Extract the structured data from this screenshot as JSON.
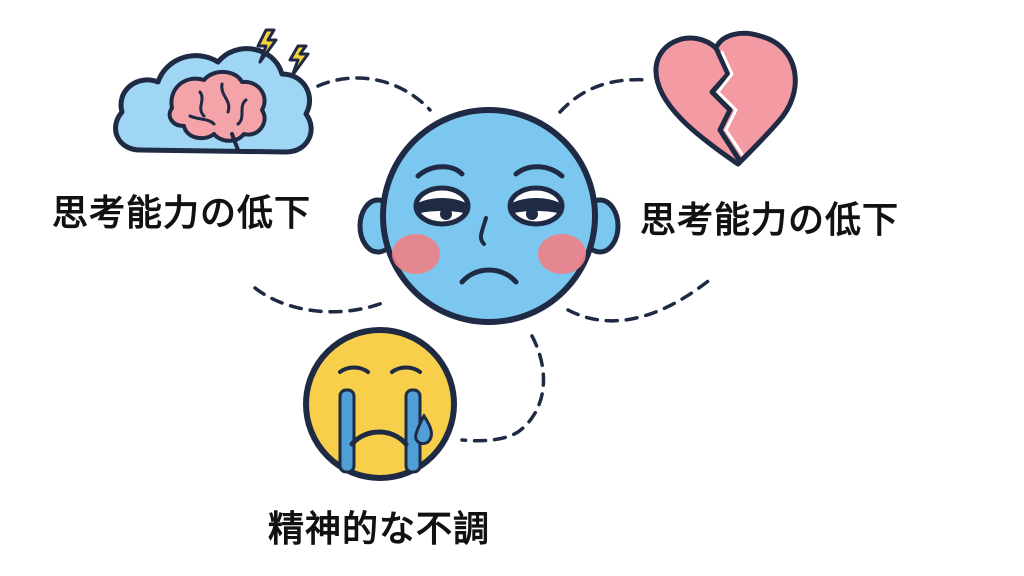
{
  "labels": {
    "left": "思考能力の低下",
    "right": "思考能力の低下",
    "bottom": "精神的な不調"
  },
  "colors": {
    "outline": "#1f2a44",
    "face_blue": "#7cc7ef",
    "cheek": "#f07f86",
    "cloud": "#9fd6f3",
    "brain": "#f4a3a8",
    "bolt": "#f3d43c",
    "heart": "#f39aa3",
    "crying_face": "#f7cf4a",
    "tear": "#4f9fd6"
  },
  "icons": [
    "sad-face-icon",
    "brain-cloud-icon",
    "lightning-icon",
    "broken-heart-icon",
    "crying-face-icon"
  ]
}
